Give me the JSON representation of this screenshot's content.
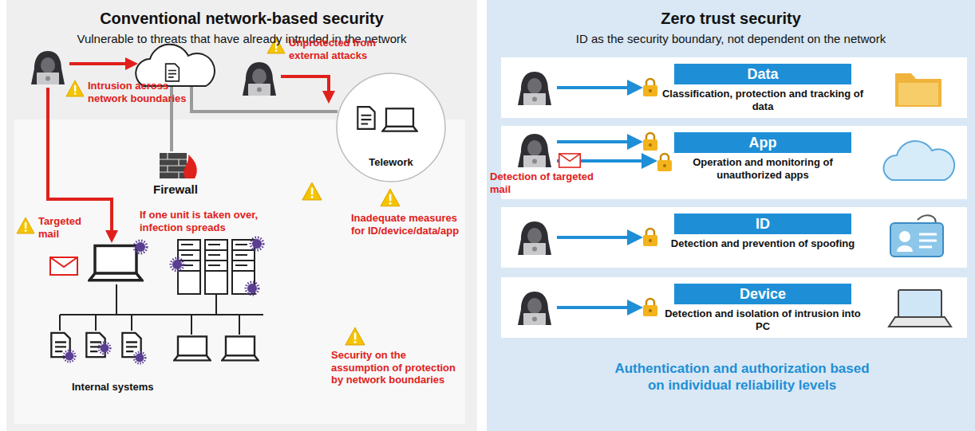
{
  "diagram": {
    "nodes": [
      {
        "text": [
          "Conventional network-based security",
          "Vulnerable to threats that have already intruded in the network"
        ]
      },
      {
        "text": [
          "Telework"
        ],
        "in": 0
      },
      {
        "text": [
          "Zero trust security",
          "ID as the security boundary, not dependent on the network",
          "Authentication and authorization based on individual reliability levels"
        ]
      },
      {
        "text": [
          "Data",
          "Classification, protection and tracking of data"
        ],
        "in": 2
      },
      {
        "text": [
          "App",
          "Operation and monitoring of unauthorized apps"
        ],
        "in": 2
      },
      {
        "text": [
          "ID",
          "Detection and prevention of spoofing"
        ],
        "in": 2
      },
      {
        "text": [
          "Device",
          "Detection and isolation of intrusion into PC"
        ],
        "in": 2
      }
    ],
    "labels": [
      "Intrusion across network boundaries",
      "Unprotected from external attacks",
      "Firewall",
      "Targeted mail",
      "If one unit is taken over, infection spreads",
      "Inadequate measures for ID/device/data/app",
      "Security on the assumption of protection by network boundaries",
      "Internal systems",
      "Detection of targeted mail"
    ]
  }
}
